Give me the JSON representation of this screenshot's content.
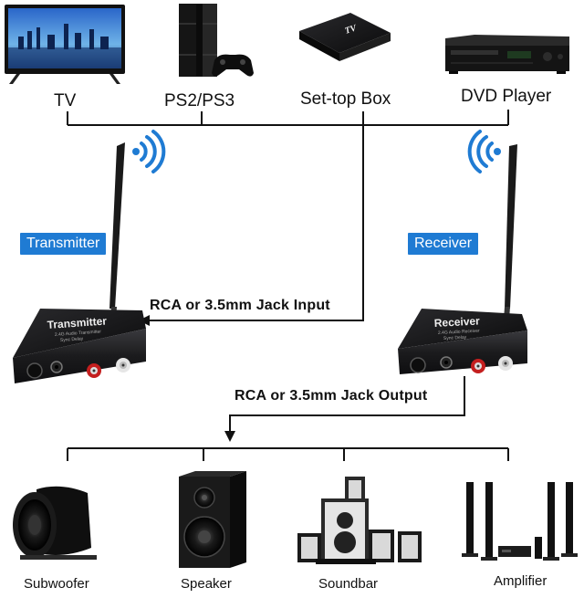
{
  "sources": [
    {
      "label": "TV",
      "icon": "tv-icon"
    },
    {
      "label": "PS2/PS3",
      "icon": "game-console-icon"
    },
    {
      "label": "Set-top Box",
      "icon": "set-top-box-icon"
    },
    {
      "label": "DVD Player",
      "icon": "dvd-player-icon"
    }
  ],
  "set_top_box_logo": "TV",
  "transmitter": {
    "tag": "Transmitter",
    "device_name": "Transmitter",
    "device_subtitle": "2.4G Audio Transmitter",
    "device_subtitle2": "Sync Delay"
  },
  "receiver": {
    "tag": "Receiver",
    "device_name": "Receiver",
    "device_subtitle": "2.4G Audio Receiver",
    "device_subtitle2": "Sync Delay"
  },
  "connections": {
    "input": "RCA or 3.5mm Jack Input",
    "output": "RCA or 3.5mm Jack Output"
  },
  "outputs": [
    {
      "label": "Subwoofer",
      "icon": "subwoofer-icon"
    },
    {
      "label": "Speaker",
      "icon": "speaker-icon"
    },
    {
      "label": "Soundbar",
      "icon": "soundbar-icon"
    },
    {
      "label": "Amplifier",
      "icon": "amplifier-icon"
    }
  ],
  "colors": {
    "wifi_blue": "#1f7bd3",
    "tag_blue": "#1f7bd3",
    "line": "#111111",
    "device_body": "#1b1b1d"
  }
}
